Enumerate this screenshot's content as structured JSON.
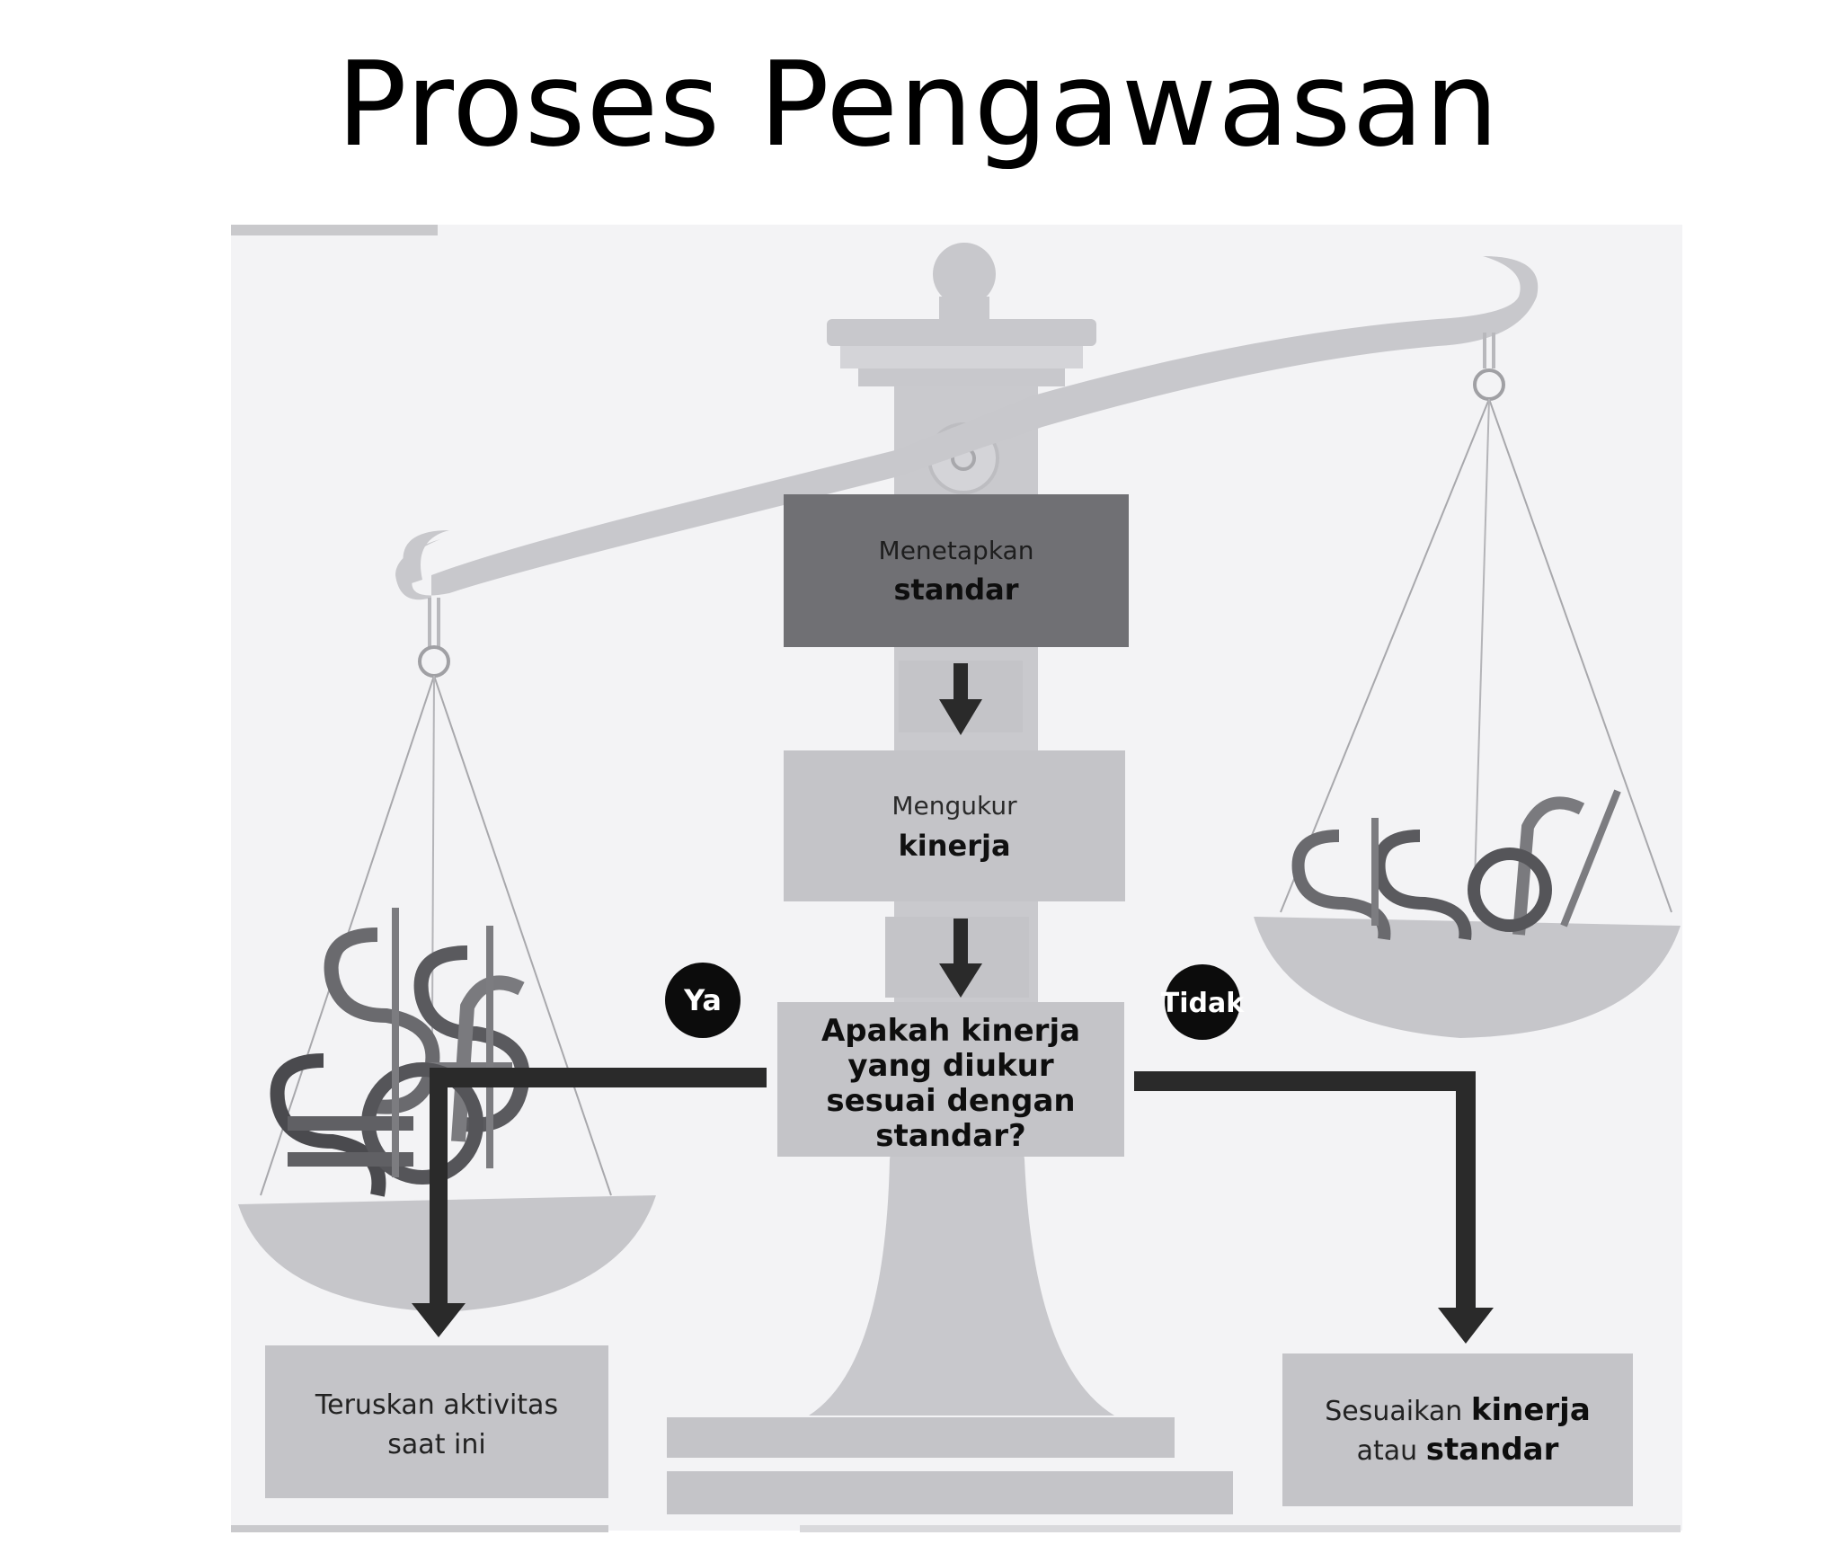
{
  "slide": {
    "title": "Proses Pengawasan"
  },
  "flow": {
    "step1": {
      "line1": "Menetapkan",
      "line2": "standar"
    },
    "step2": {
      "line1": "Mengukur",
      "line2": "kinerja"
    },
    "decision": {
      "lines": [
        "Apakah kinerja",
        "yang diukur",
        "sesuai dengan",
        "standar?"
      ]
    },
    "yes_label": "Ya",
    "no_label": "Tidak",
    "yes_result": {
      "line1": "Teruskan aktivitas",
      "line2": "saat ini"
    },
    "no_result": {
      "line1": "Sesuaikan",
      "line1_bold": "kinerja",
      "line2": "atau",
      "line2_bold": "standar"
    }
  },
  "colors": {
    "scale": "#c8c8cc",
    "step1_fill": "#707074",
    "box_fill": "#c4c4c8",
    "arrow": "#2a2a2a",
    "background_panel": "#f2f2f4"
  },
  "icons": [
    "scale-icon",
    "money-symbols-icon"
  ]
}
